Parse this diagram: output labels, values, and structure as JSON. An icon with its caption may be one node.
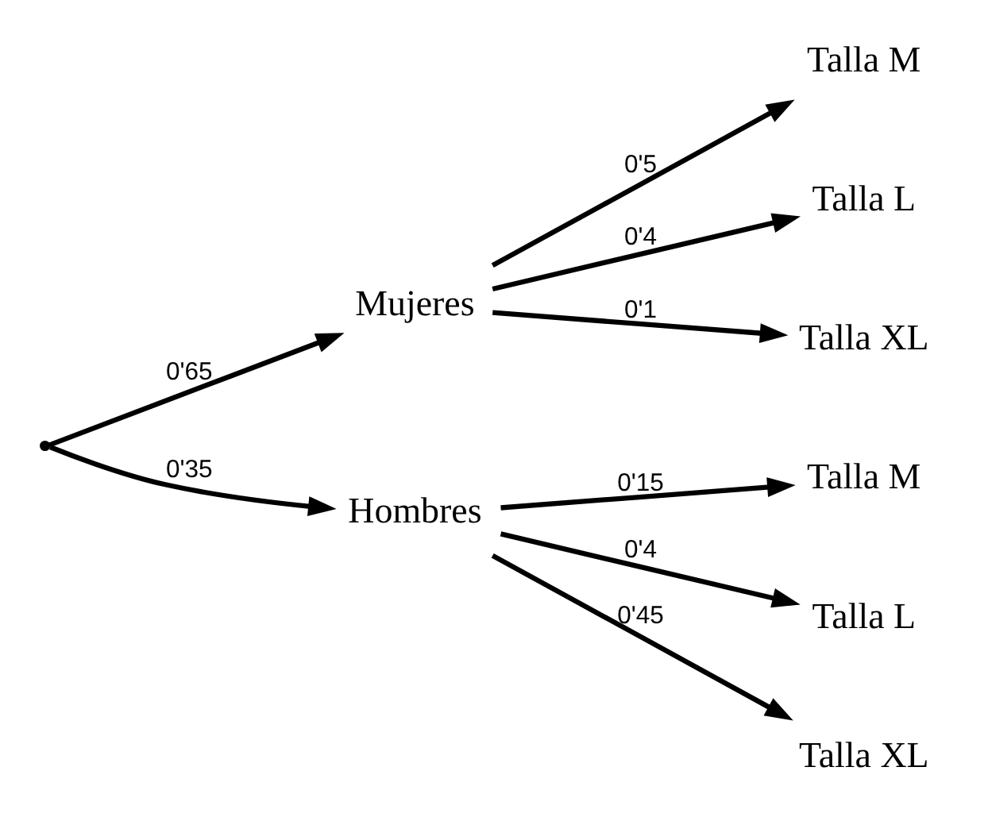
{
  "diagram": {
    "nodes": [
      {
        "text": [],
        "shape": "point"
      },
      {
        "text": [
          "Mujeres"
        ]
      },
      {
        "text": [
          "Hombres"
        ]
      },
      {
        "text": [
          "Talla M"
        ]
      },
      {
        "text": [
          "Talla L"
        ]
      },
      {
        "text": [
          "Talla XL"
        ]
      },
      {
        "text": [
          "Talla M"
        ]
      },
      {
        "text": [
          "Talla L"
        ]
      },
      {
        "text": [
          "Talla XL"
        ]
      }
    ],
    "edges": [
      {
        "from": 0,
        "to": 1,
        "arrow": "to",
        "label": "0'65"
      },
      {
        "from": 0,
        "to": 2,
        "arrow": "to",
        "label": "0'35"
      },
      {
        "from": 1,
        "to": 3,
        "arrow": "to",
        "label": "0'5"
      },
      {
        "from": 1,
        "to": 4,
        "arrow": "to",
        "label": "0'4"
      },
      {
        "from": 1,
        "to": 5,
        "arrow": "to",
        "label": "0'1"
      },
      {
        "from": 2,
        "to": 6,
        "arrow": "to",
        "label": "0'15"
      },
      {
        "from": 2,
        "to": 7,
        "arrow": "to",
        "label": "0'4"
      },
      {
        "from": 2,
        "to": 8,
        "arrow": "to",
        "label": "0'45"
      }
    ]
  }
}
